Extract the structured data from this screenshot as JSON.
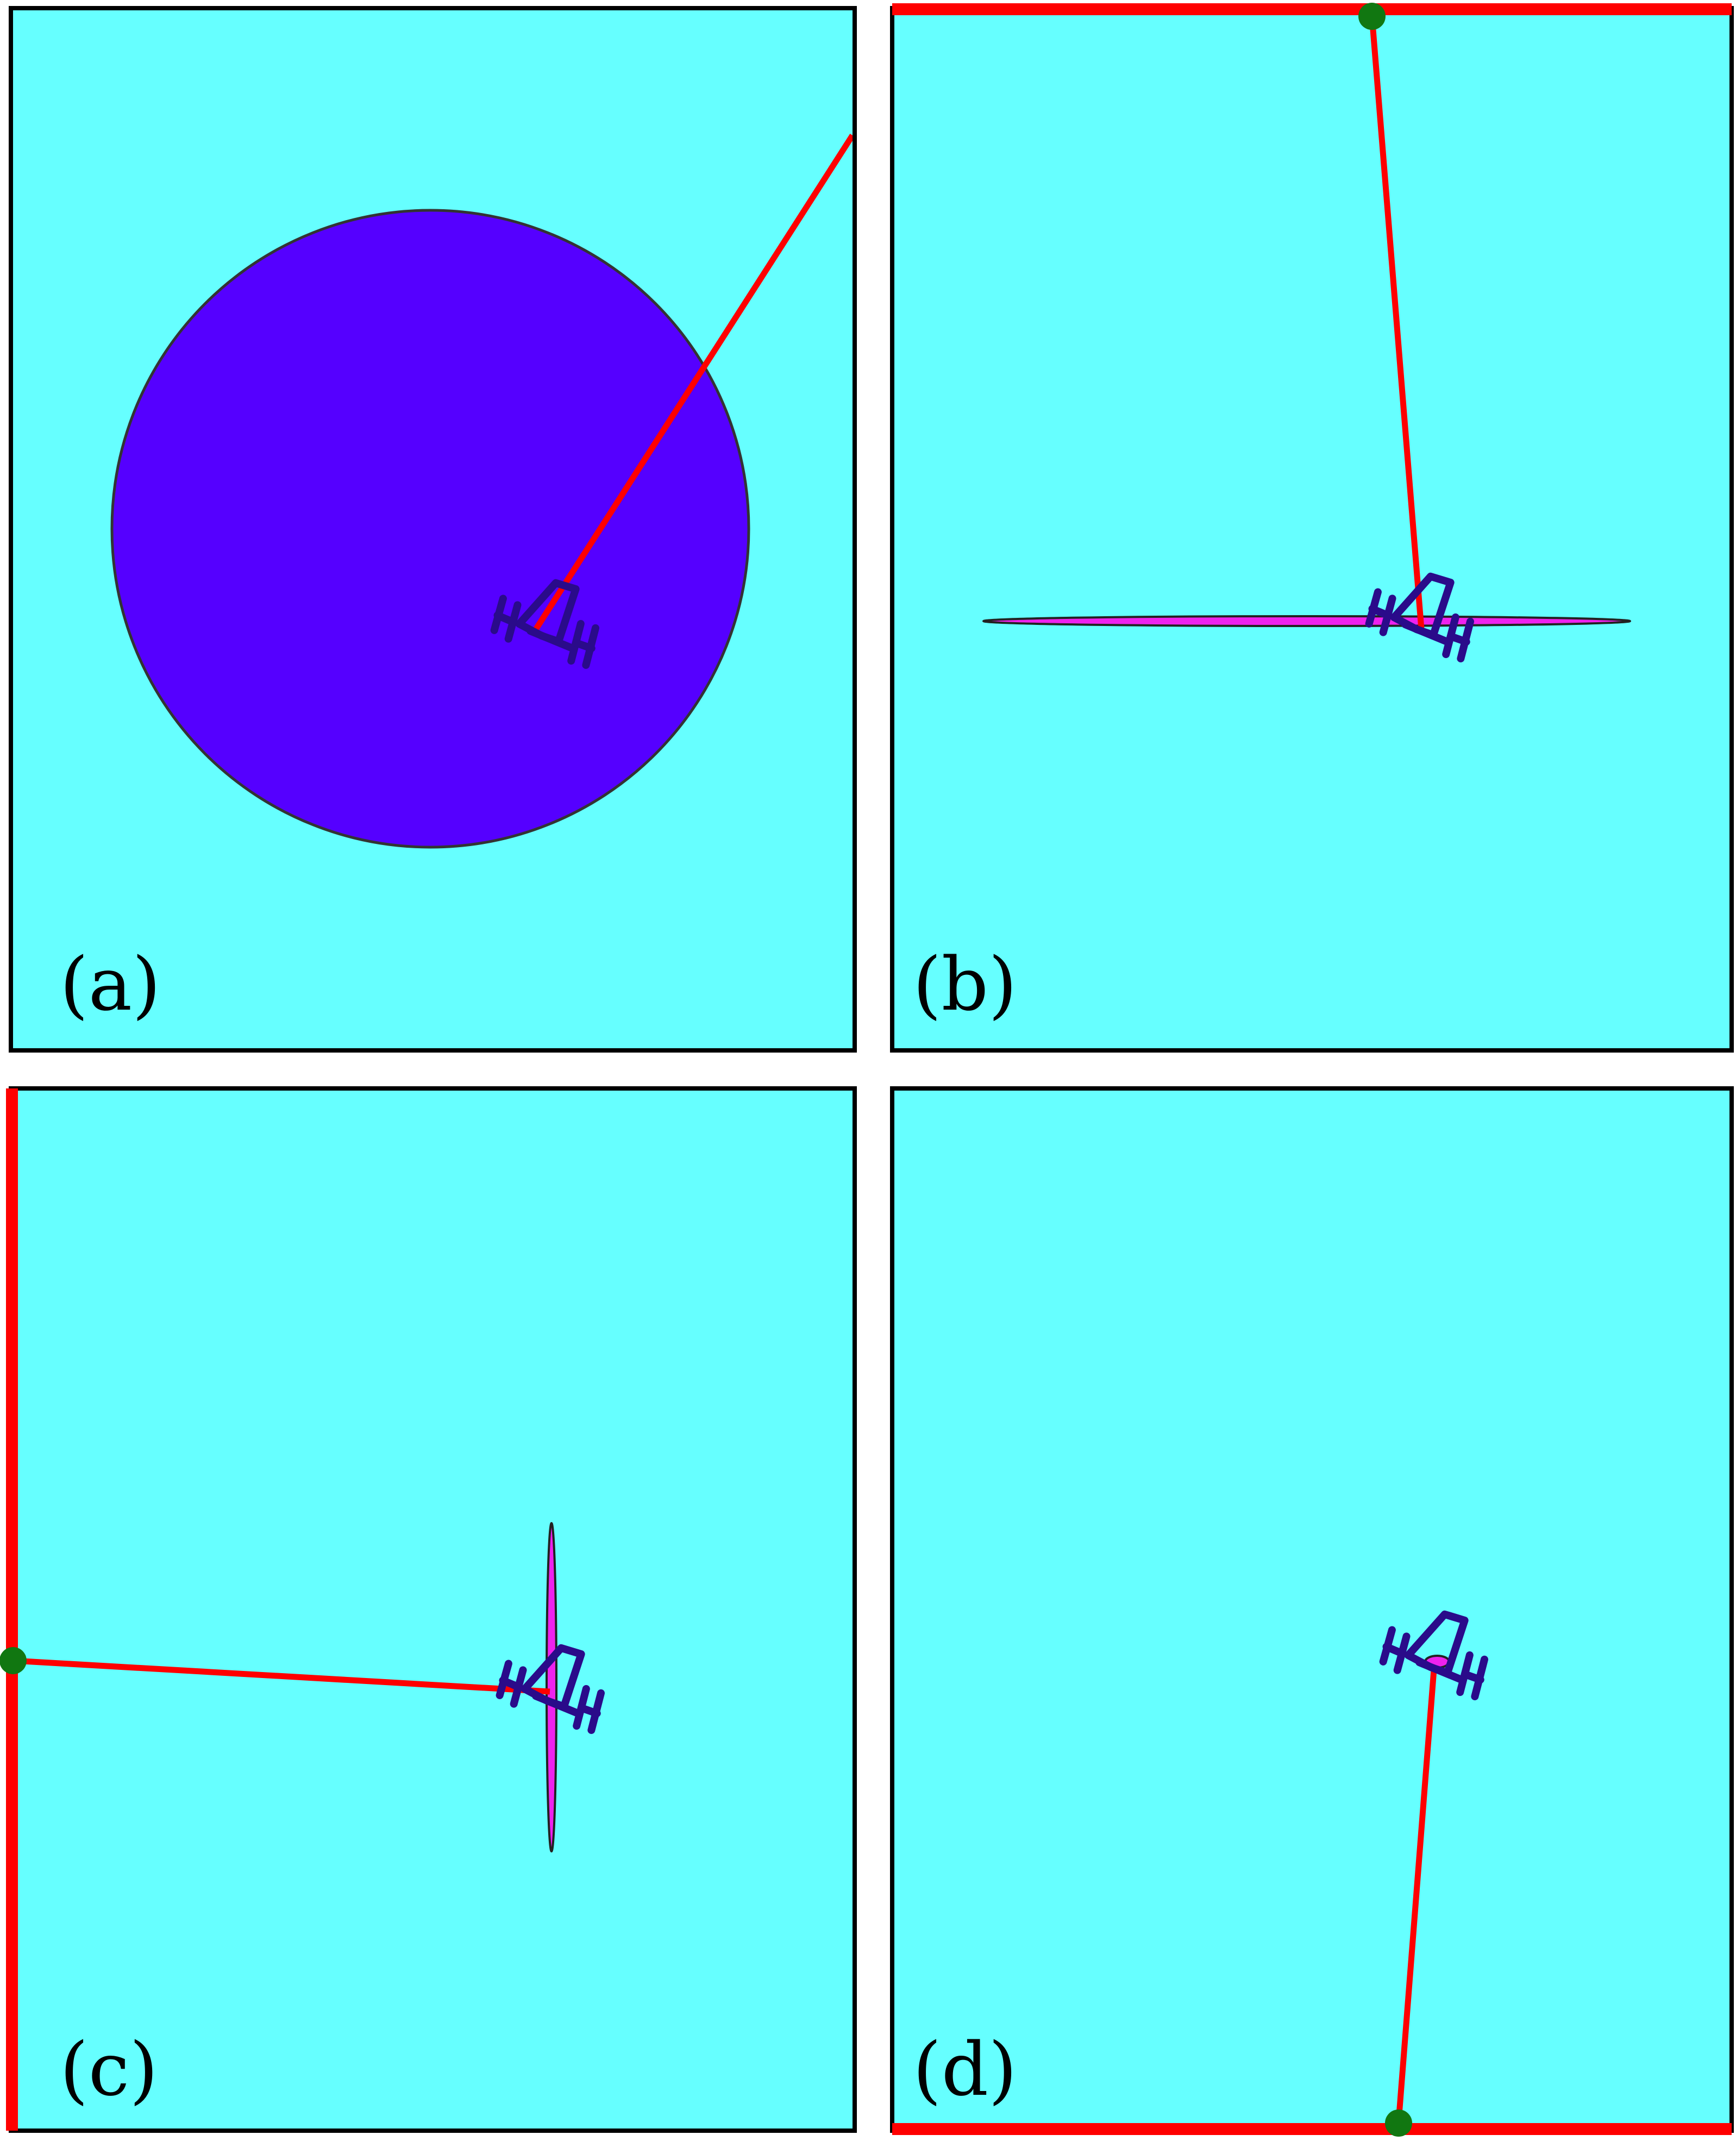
{
  "figure": {
    "panels": [
      {
        "id": "a",
        "label": "(a)"
      },
      {
        "id": "b",
        "label": "(b)"
      },
      {
        "id": "c",
        "label": "(c)"
      },
      {
        "id": "d",
        "label": "(d)"
      }
    ]
  },
  "colors": {
    "background": "#66ffff",
    "disk_fill": "#5500ff",
    "disk_edge": "#333333",
    "ray": "#ff0000",
    "highlighted_wall": "#ff0000",
    "contact_point": "#117711",
    "ellipse_fill": "#ee22ee",
    "ellipse_edge": "#222222",
    "robot": "#2a0b8a",
    "frame": "#000000"
  },
  "icons": {
    "robot": "robot-icon",
    "contact": "contact-point-icon"
  }
}
